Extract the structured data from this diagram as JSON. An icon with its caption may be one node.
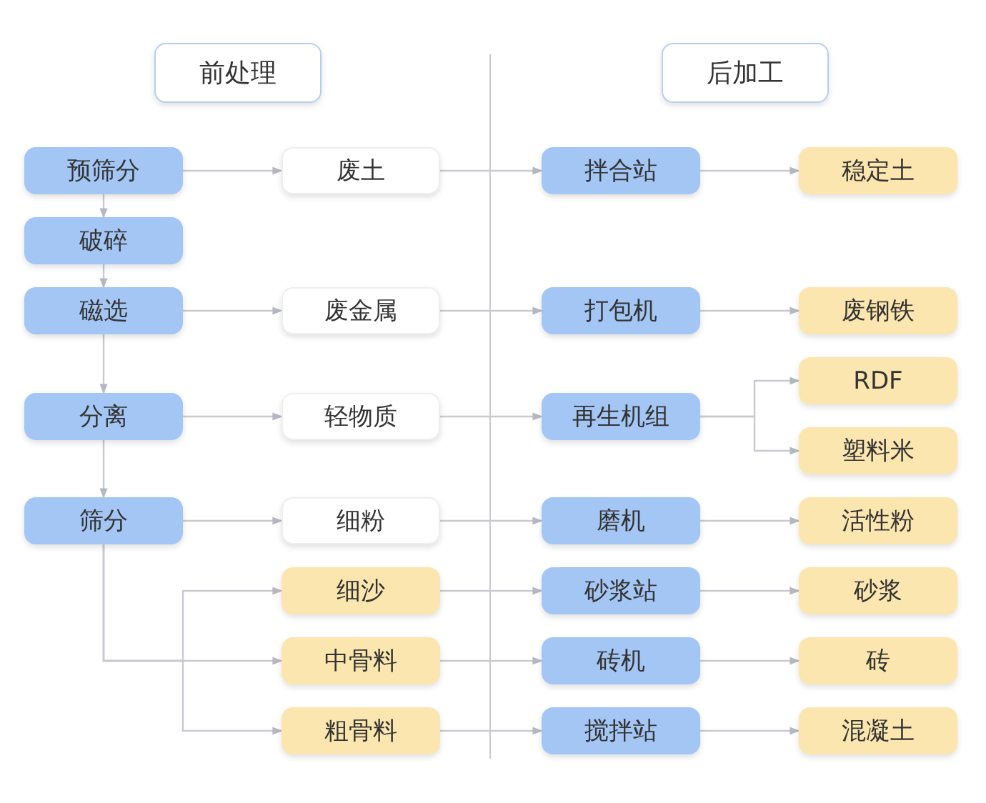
{
  "diagram": {
    "nodes": [
      {
        "text": [
          "前处理"
        ]
      },
      {
        "text": [
          "后加工"
        ]
      },
      {
        "text": [
          "预筛分"
        ]
      },
      {
        "text": [
          "破碎"
        ]
      },
      {
        "text": [
          "磁选"
        ]
      },
      {
        "text": [
          "分离"
        ]
      },
      {
        "text": [
          "筛分"
        ]
      },
      {
        "text": [
          "废土"
        ]
      },
      {
        "text": [
          "废金属"
        ]
      },
      {
        "text": [
          "轻物质"
        ]
      },
      {
        "text": [
          "细粉"
        ]
      },
      {
        "text": [
          "细沙"
        ]
      },
      {
        "text": [
          "中骨料"
        ]
      },
      {
        "text": [
          "粗骨料"
        ]
      },
      {
        "text": [
          "拌合站"
        ]
      },
      {
        "text": [
          "打包机"
        ]
      },
      {
        "text": [
          "再生机组"
        ]
      },
      {
        "text": [
          "磨机"
        ]
      },
      {
        "text": [
          "砂浆站"
        ]
      },
      {
        "text": [
          "砖机"
        ]
      },
      {
        "text": [
          "搅拌站"
        ]
      },
      {
        "text": [
          "稳定土"
        ]
      },
      {
        "text": [
          "废钢铁"
        ]
      },
      {
        "text": [
          "RDF"
        ]
      },
      {
        "text": [
          "塑料米"
        ]
      },
      {
        "text": [
          "活性粉"
        ]
      },
      {
        "text": [
          "砂浆"
        ]
      },
      {
        "text": [
          "砖"
        ]
      },
      {
        "text": [
          "混凝土"
        ]
      }
    ],
    "edges": [
      {
        "from": 2,
        "to": 3,
        "arrow": "to"
      },
      {
        "from": 3,
        "to": 4,
        "arrow": "to"
      },
      {
        "from": 4,
        "to": 5,
        "arrow": "to"
      },
      {
        "from": 5,
        "to": 6,
        "arrow": "to"
      },
      {
        "from": 2,
        "to": 7,
        "arrow": "to"
      },
      {
        "from": 4,
        "to": 8,
        "arrow": "to"
      },
      {
        "from": 5,
        "to": 9,
        "arrow": "to"
      },
      {
        "from": 6,
        "to": 10,
        "arrow": "to"
      },
      {
        "from": 6,
        "to": 11,
        "arrow": "to"
      },
      {
        "from": 6,
        "to": 12,
        "arrow": "to"
      },
      {
        "from": 6,
        "to": 13,
        "arrow": "to"
      },
      {
        "from": 7,
        "to": 14,
        "arrow": "to"
      },
      {
        "from": 8,
        "to": 15,
        "arrow": "to"
      },
      {
        "from": 9,
        "to": 16,
        "arrow": "to"
      },
      {
        "from": 10,
        "to": 17,
        "arrow": "to"
      },
      {
        "from": 11,
        "to": 18,
        "arrow": "to"
      },
      {
        "from": 12,
        "to": 19,
        "arrow": "to"
      },
      {
        "from": 13,
        "to": 20,
        "arrow": "to"
      },
      {
        "from": 14,
        "to": 21,
        "arrow": "to"
      },
      {
        "from": 15,
        "to": 22,
        "arrow": "to"
      },
      {
        "from": 16,
        "to": 23,
        "arrow": "to"
      },
      {
        "from": 16,
        "to": 24,
        "arrow": "to"
      },
      {
        "from": 17,
        "to": 25,
        "arrow": "to"
      },
      {
        "from": 18,
        "to": 26,
        "arrow": "to"
      },
      {
        "from": 19,
        "to": 27,
        "arrow": "to"
      },
      {
        "from": 20,
        "to": 28,
        "arrow": "to"
      }
    ]
  }
}
